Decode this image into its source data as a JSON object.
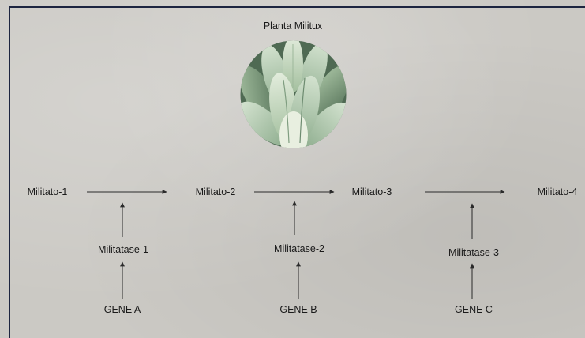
{
  "title": "Planta Militux",
  "compounds": [
    "Militato-1",
    "Militato-2",
    "Militato-3",
    "Militato-4"
  ],
  "enzymes": [
    "Militatase-1",
    "Militatase-2",
    "Militatase-3"
  ],
  "genes": [
    "GENE A",
    "GENE B",
    "GENE C"
  ],
  "colors": {
    "background": "#cbc9c4",
    "frame": "#1d2540",
    "arrow": "#2a2a2a",
    "leaf_light": "#b9cfb3",
    "leaf_dark": "#55745a"
  }
}
